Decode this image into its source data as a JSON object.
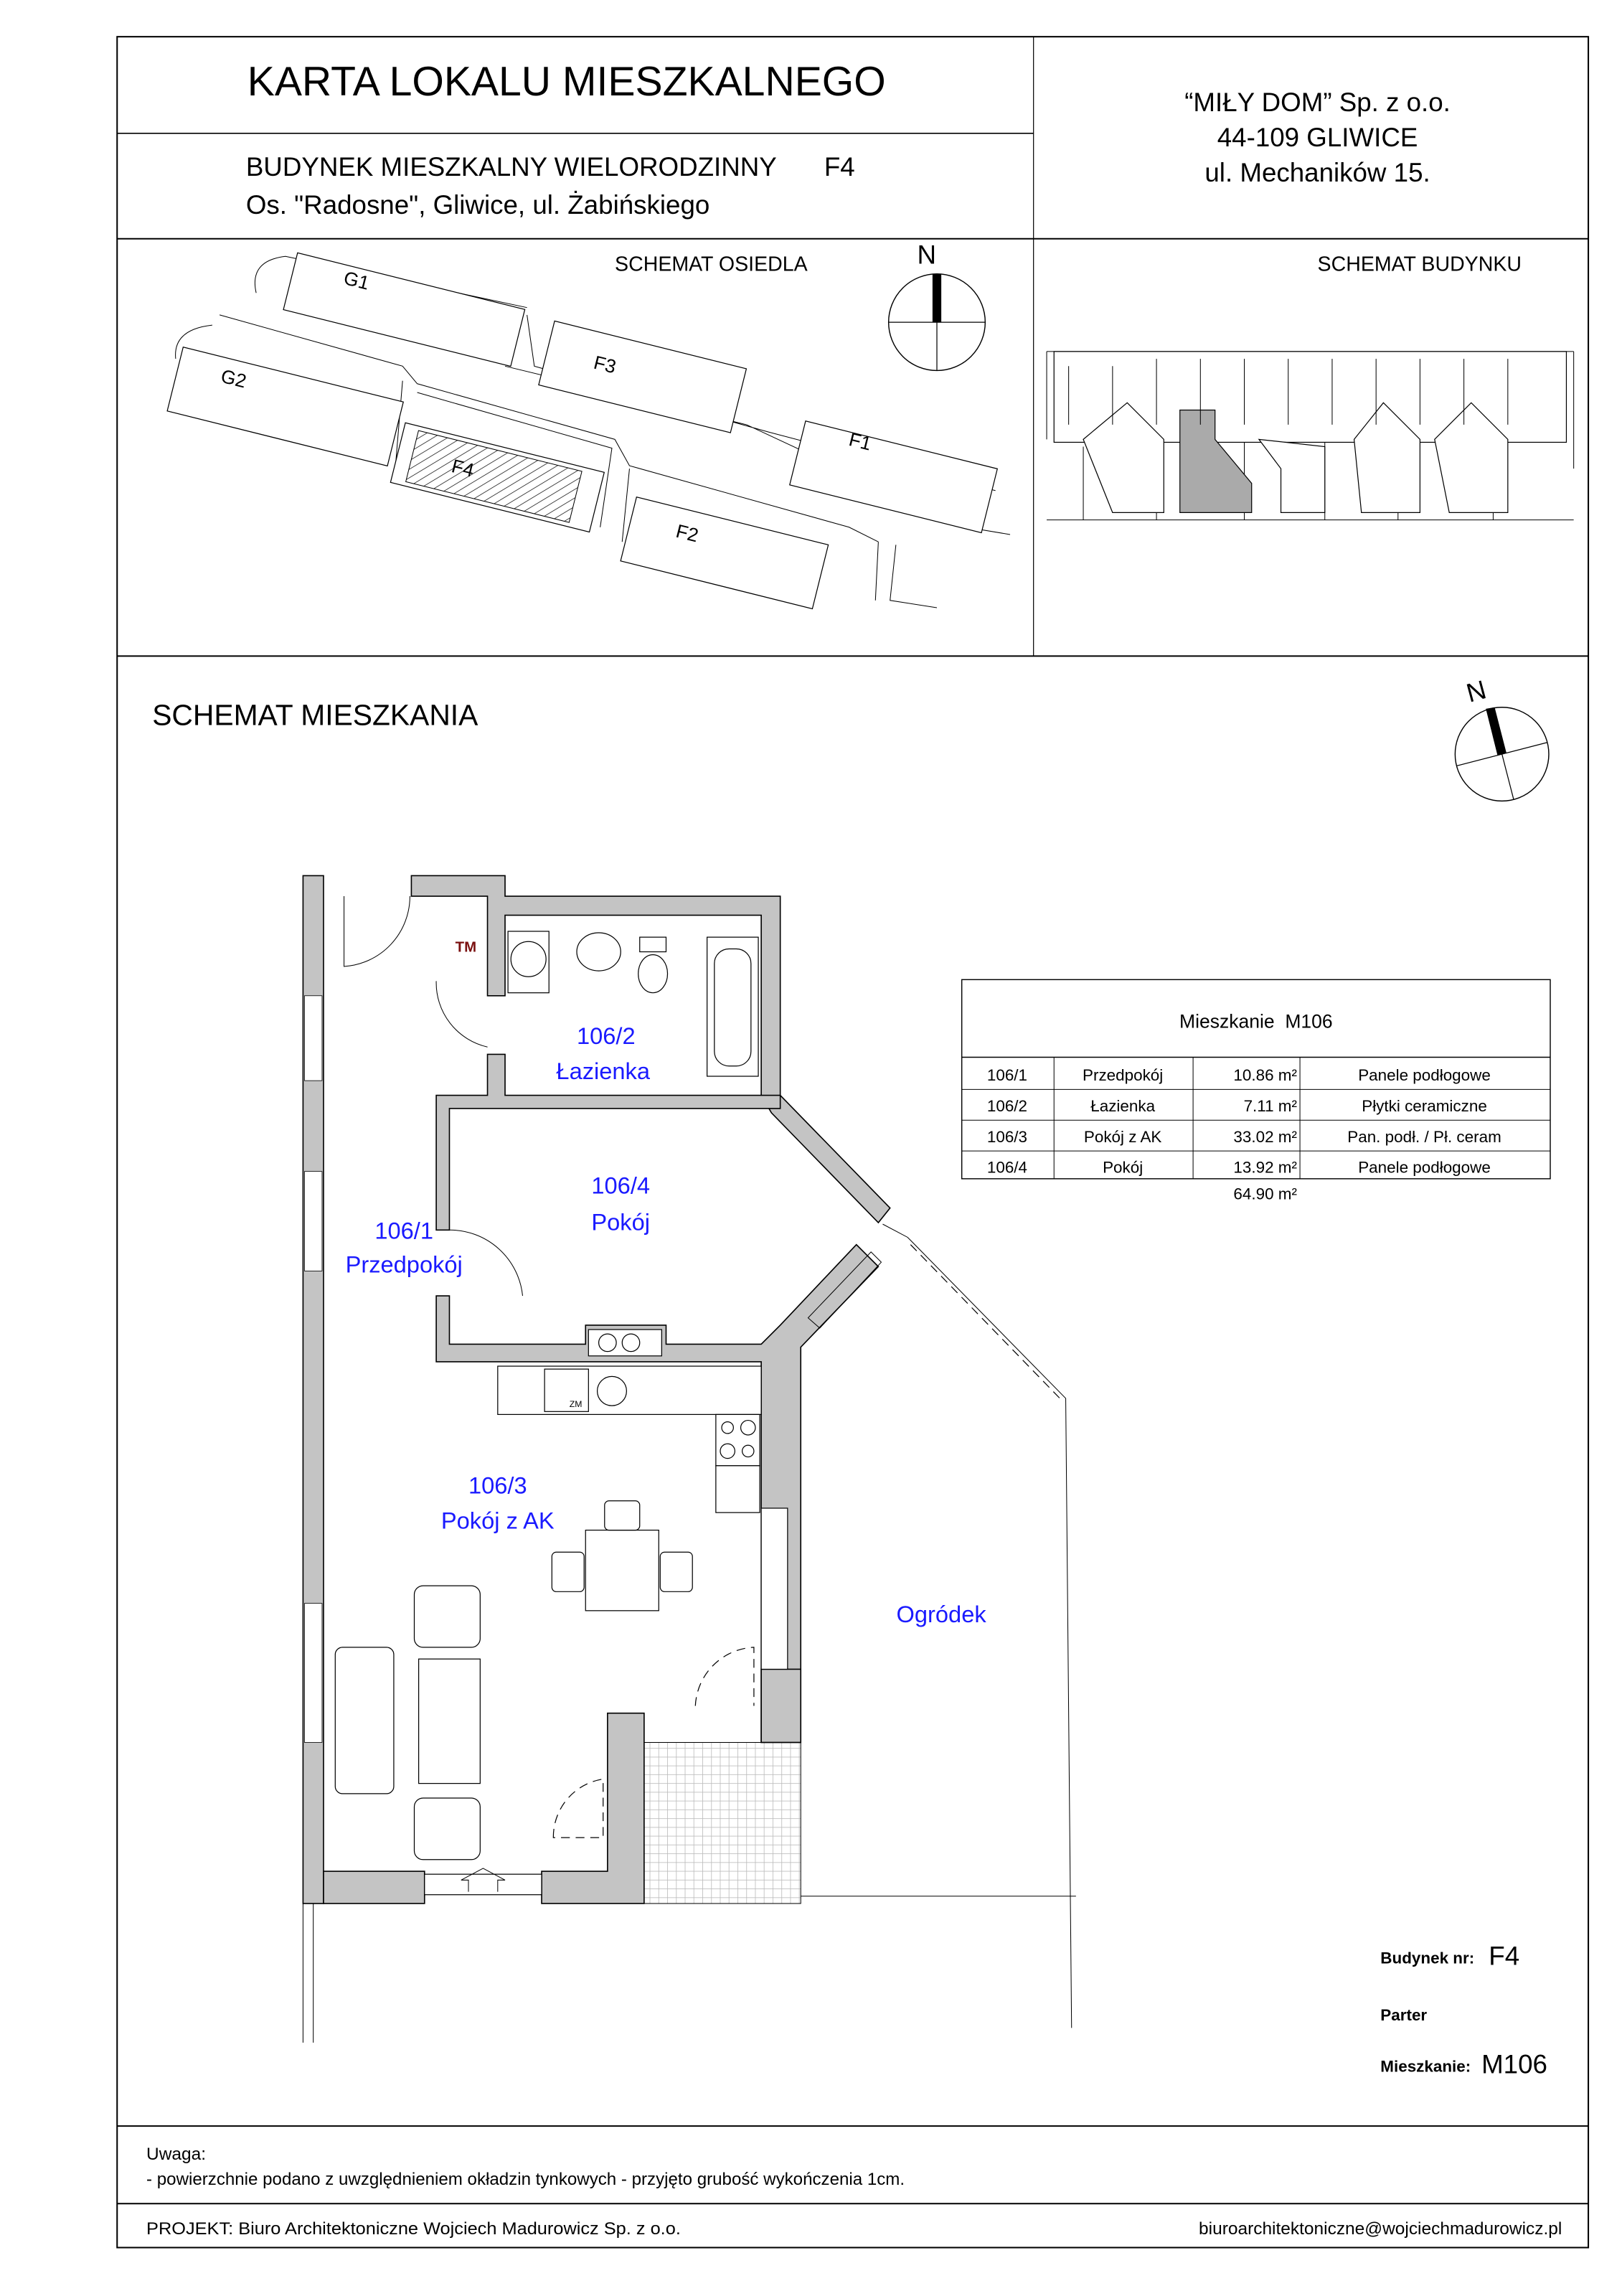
{
  "header": {
    "title": "KARTA LOKALU MIESZKALNEGO",
    "building_line1": "BUDYNEK MIESZKALNY WIELORODZINNY",
    "building_code": "F4",
    "building_line2": "Os. \"Radosne\", Gliwice, ul. Żabińskiego",
    "company_line1": "“MIŁY DOM” Sp. z o.o.",
    "company_line2": "44-109 GLIWICE",
    "company_line3": "ul. Mechaników 15."
  },
  "site_plan": {
    "label": "SCHEMAT OSIEDLA",
    "north": "N",
    "buildings": [
      "G1",
      "G2",
      "F3",
      "F4",
      "F1",
      "F2"
    ],
    "highlighted": "F4"
  },
  "building_plan": {
    "label": "SCHEMAT BUDYNKU"
  },
  "apartment_plan": {
    "label": "SCHEMAT MIESZKANIA",
    "north": "N",
    "rooms": [
      {
        "number": "106/2",
        "name": "Łazienka"
      },
      {
        "number": "106/4",
        "name": "Pokój"
      },
      {
        "number": "106/1",
        "name": "Przedpokój"
      },
      {
        "number": "106/3",
        "name": "Pokój z AK"
      }
    ],
    "garden": "Ogródek",
    "markers": {
      "tm": "TM",
      "zm": "ZM"
    }
  },
  "area_table": {
    "title": "Mieszkanie  M106",
    "rows": [
      {
        "no": "106/1",
        "room": "Przedpokój",
        "area": "10.86 m²",
        "floor": "Panele podłogowe"
      },
      {
        "no": "106/2",
        "room": "Łazienka",
        "area": "7.11 m²",
        "floor": "Płytki ceramiczne"
      },
      {
        "no": "106/3",
        "room": "Pokój z AK",
        "area": "33.02 m²",
        "floor": "Pan. podł. / Pł. ceram"
      },
      {
        "no": "106/4",
        "room": "Pokój",
        "area": "13.92 m²",
        "floor": "Panele podłogowe"
      }
    ],
    "total": "64.90 m²"
  },
  "info": {
    "building_label": "Budynek nr:",
    "building_value": "F4",
    "floor_label": "Parter",
    "apartment_label": "Mieszkanie:",
    "apartment_value": "M106"
  },
  "notes": {
    "title": "Uwaga:",
    "text": "- powierzchnie podano z uwzględnieniem okładzin tynkowych - przyjęto grubość wykończenia 1cm."
  },
  "footer": {
    "project": "PROJEKT:  Biuro Architektoniczne Wojciech Madurowicz Sp. z o.o.",
    "email": "biuroarchitektoniczne@wojciechmadurowicz.pl"
  }
}
